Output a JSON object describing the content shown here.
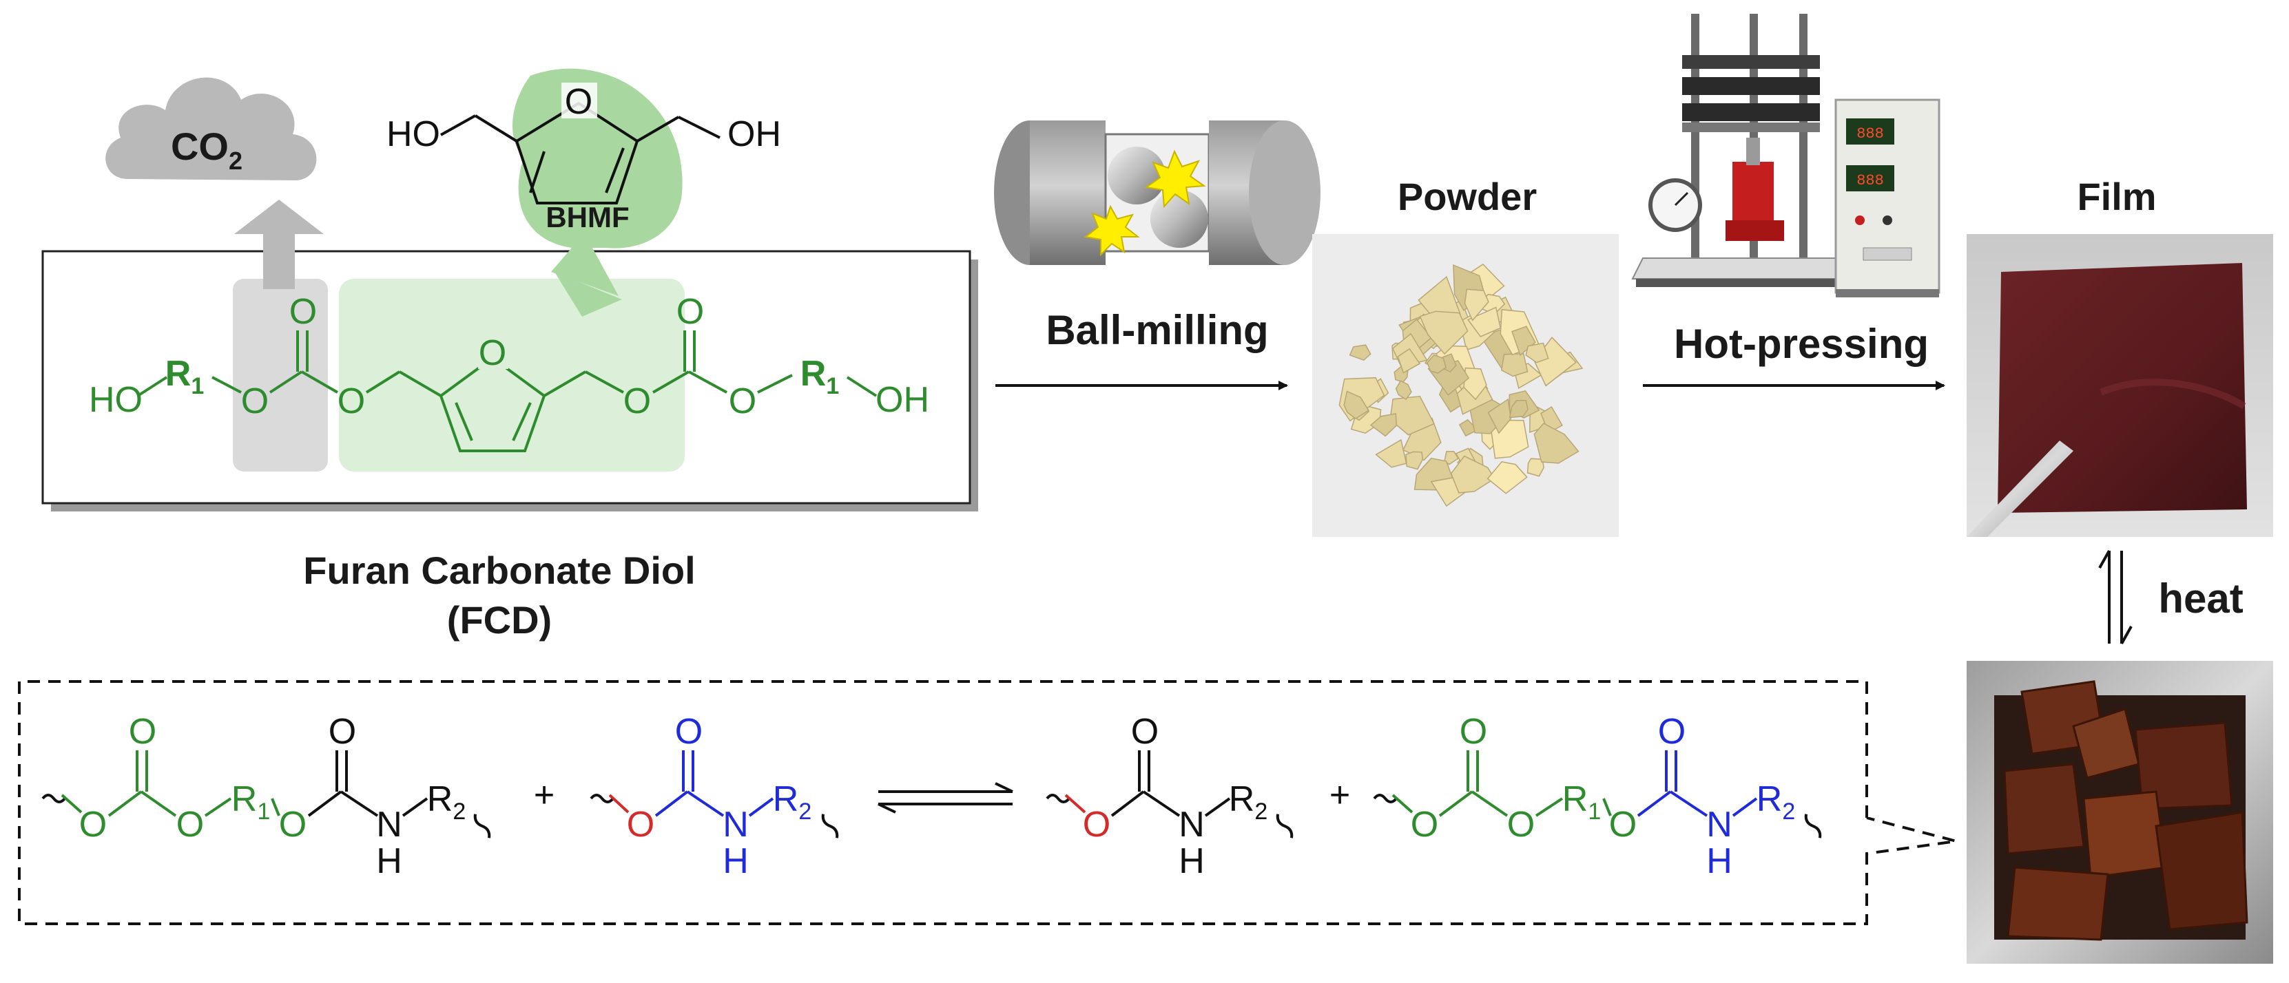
{
  "labels": {
    "co2": "CO",
    "co2_sub": "2",
    "bhmf": "BHMF",
    "ho": "HO",
    "oh": "OH",
    "ball_milling": "Ball-milling",
    "powder": "Powder",
    "hot_pressing": "Hot-pressing",
    "film": "Film",
    "heat": "heat",
    "fcd_name": "Furan Carbonate Diol",
    "fcd_abbr": "(FCD)",
    "plus": "+"
  },
  "atoms": {
    "O": "O",
    "N": "N",
    "H": "H",
    "R": "R",
    "sub1": "1",
    "sub2": "2"
  },
  "colors": {
    "carbonate_green": "#2e8b2e",
    "urethane_black": "#111111",
    "ester_oxygen_red": "#d42a2a",
    "amine_blue": "#1f2bd8",
    "cloud_gray": "#b9b9b9",
    "leaf_green": "#a8d8a0",
    "film_brown": "#5a1a1c",
    "powder_beige": "#d8c79a"
  }
}
